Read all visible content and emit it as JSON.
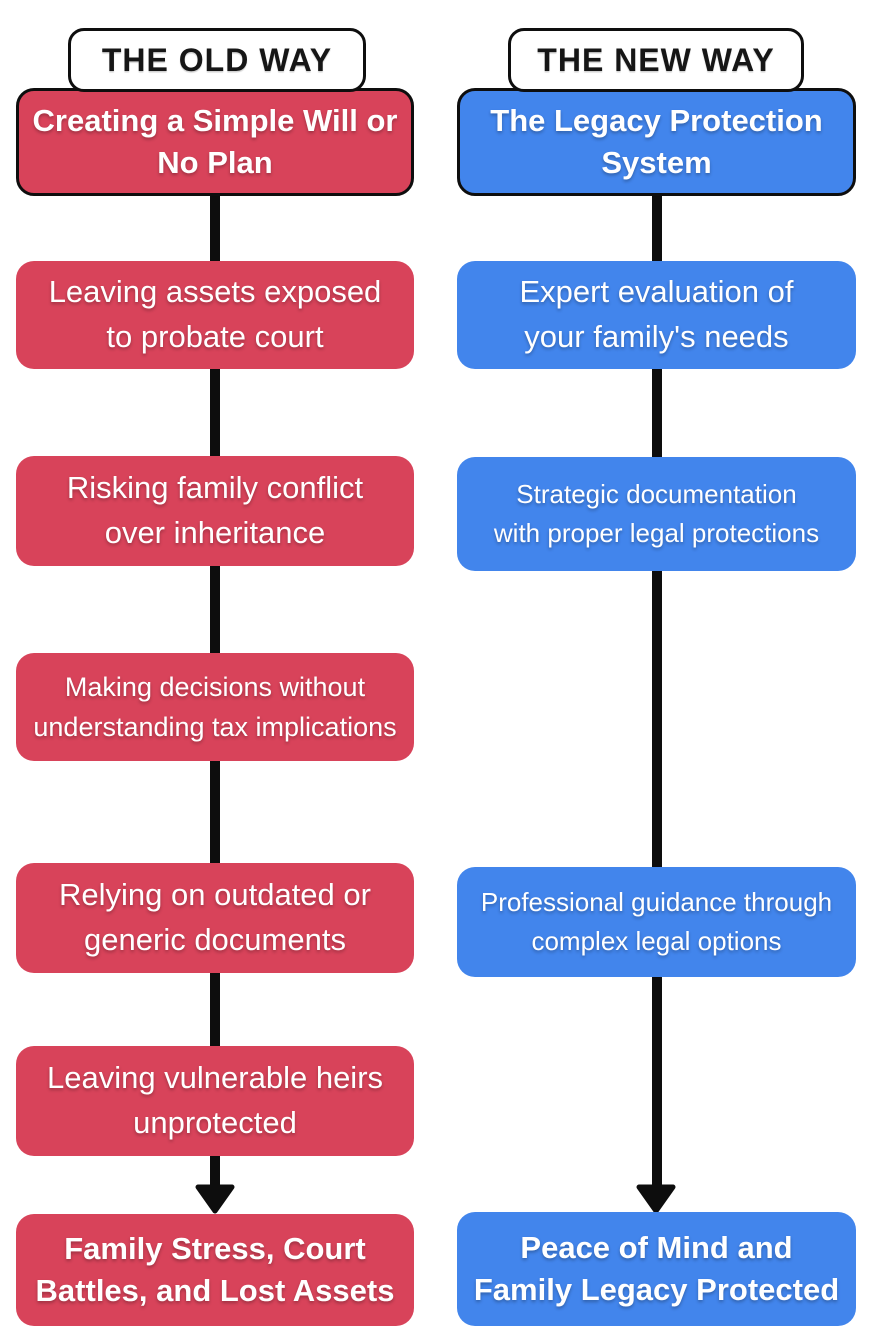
{
  "colors": {
    "old_accent": "#d8435a",
    "new_accent": "#4285ec",
    "connector": "#0d0d0d",
    "header_bg": "#ffffff",
    "header_text": "#161616",
    "box_text": "#ffffff"
  },
  "old_way": {
    "header": "THE OLD WAY",
    "title": "Creating a Simple Will or\nNo Plan",
    "steps": [
      "Leaving assets exposed\nto probate court",
      "Risking family conflict\nover inheritance",
      "Making decisions without\nunderstanding tax implications",
      "Relying on outdated or\ngeneric documents",
      "Leaving vulnerable heirs\nunprotected"
    ],
    "outcome": "Family Stress, Court\nBattles, and Lost Assets"
  },
  "new_way": {
    "header": "THE NEW WAY",
    "title": "The Legacy Protection\nSystem",
    "steps": [
      "Expert evaluation of\nyour family's needs",
      "Strategic documentation\nwith proper legal protections",
      "Professional guidance through\ncomplex legal options"
    ],
    "outcome": "Peace of Mind and\nFamily Legacy Protected"
  }
}
